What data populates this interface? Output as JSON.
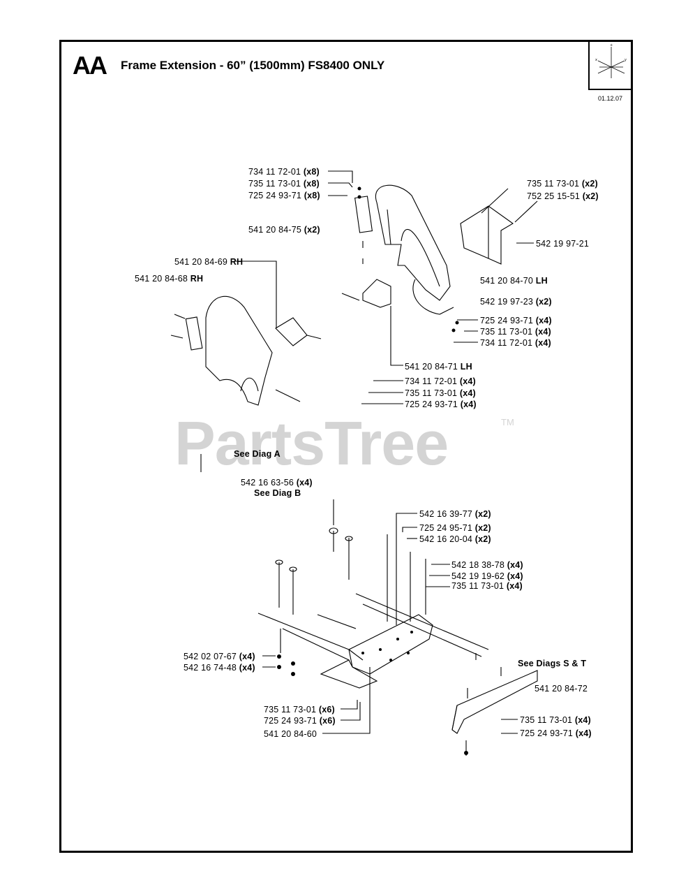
{
  "diagram": {
    "code": "AA",
    "title": "Frame Extension - 60” (1500mm) FS8400 ONLY",
    "date": "01.12.07",
    "watermark": "PartsTree",
    "watermark_tm": "TM",
    "callouts": [
      {
        "part": "734 11 72-01",
        "qty": "(x8)"
      },
      {
        "part": "735 11 73-01",
        "qty": "(x8)"
      },
      {
        "part": "725 24 93-71",
        "qty": "(x8)"
      },
      {
        "part": "541 20 84-75",
        "qty": "(x2)"
      },
      {
        "part": "735 11 73-01",
        "qty": "(x2)"
      },
      {
        "part": "752 25 15-51",
        "qty": "(x2)"
      },
      {
        "part": "542 19 97-21",
        "qty": ""
      },
      {
        "part": "541 20 84-69",
        "qty": "RH"
      },
      {
        "part": "541 20 84-68",
        "qty": "RH"
      },
      {
        "part": "541 20 84-70",
        "qty": "LH"
      },
      {
        "part": "542 19 97-23",
        "qty": "(x2)"
      },
      {
        "part": "725 24 93-71",
        "qty": "(x4)"
      },
      {
        "part": "735 11 73-01",
        "qty": "(x4)"
      },
      {
        "part": "734 11 72-01",
        "qty": "(x4)"
      },
      {
        "part": "541 20 84-71",
        "qty": "LH"
      },
      {
        "part": "734 11 72-01",
        "qty": "(x4)"
      },
      {
        "part": "735 11 73-01",
        "qty": "(x4)"
      },
      {
        "part": "725 24 93-71",
        "qty": "(x4)"
      },
      {
        "part": "542 16 63-56",
        "qty": "(x4)"
      },
      {
        "part": "542 16 39-77",
        "qty": "(x2)"
      },
      {
        "part": "725 24 95-71",
        "qty": "(x2)"
      },
      {
        "part": "542 16 20-04",
        "qty": "(x2)"
      },
      {
        "part": "542 18 38-78",
        "qty": "(x4)"
      },
      {
        "part": "542 19 19-62",
        "qty": "(x4)"
      },
      {
        "part": "735 11 73-01",
        "qty": "(x4)"
      },
      {
        "part": "542 02 07-67",
        "qty": "(x4)"
      },
      {
        "part": "542 16 74-48",
        "qty": "(x4)"
      },
      {
        "part": "541 20 84-72",
        "qty": ""
      },
      {
        "part": "735 11 73-01",
        "qty": "(x6)"
      },
      {
        "part": "725 24 93-71",
        "qty": "(x6)"
      },
      {
        "part": "541 20 84-60",
        "qty": ""
      },
      {
        "part": "735 11 73-01",
        "qty": "(x4)"
      },
      {
        "part": "725 24 93-71",
        "qty": "(x4)"
      }
    ],
    "references": [
      "See Diag A",
      "See Diag B",
      "See Diags S & T"
    ]
  }
}
